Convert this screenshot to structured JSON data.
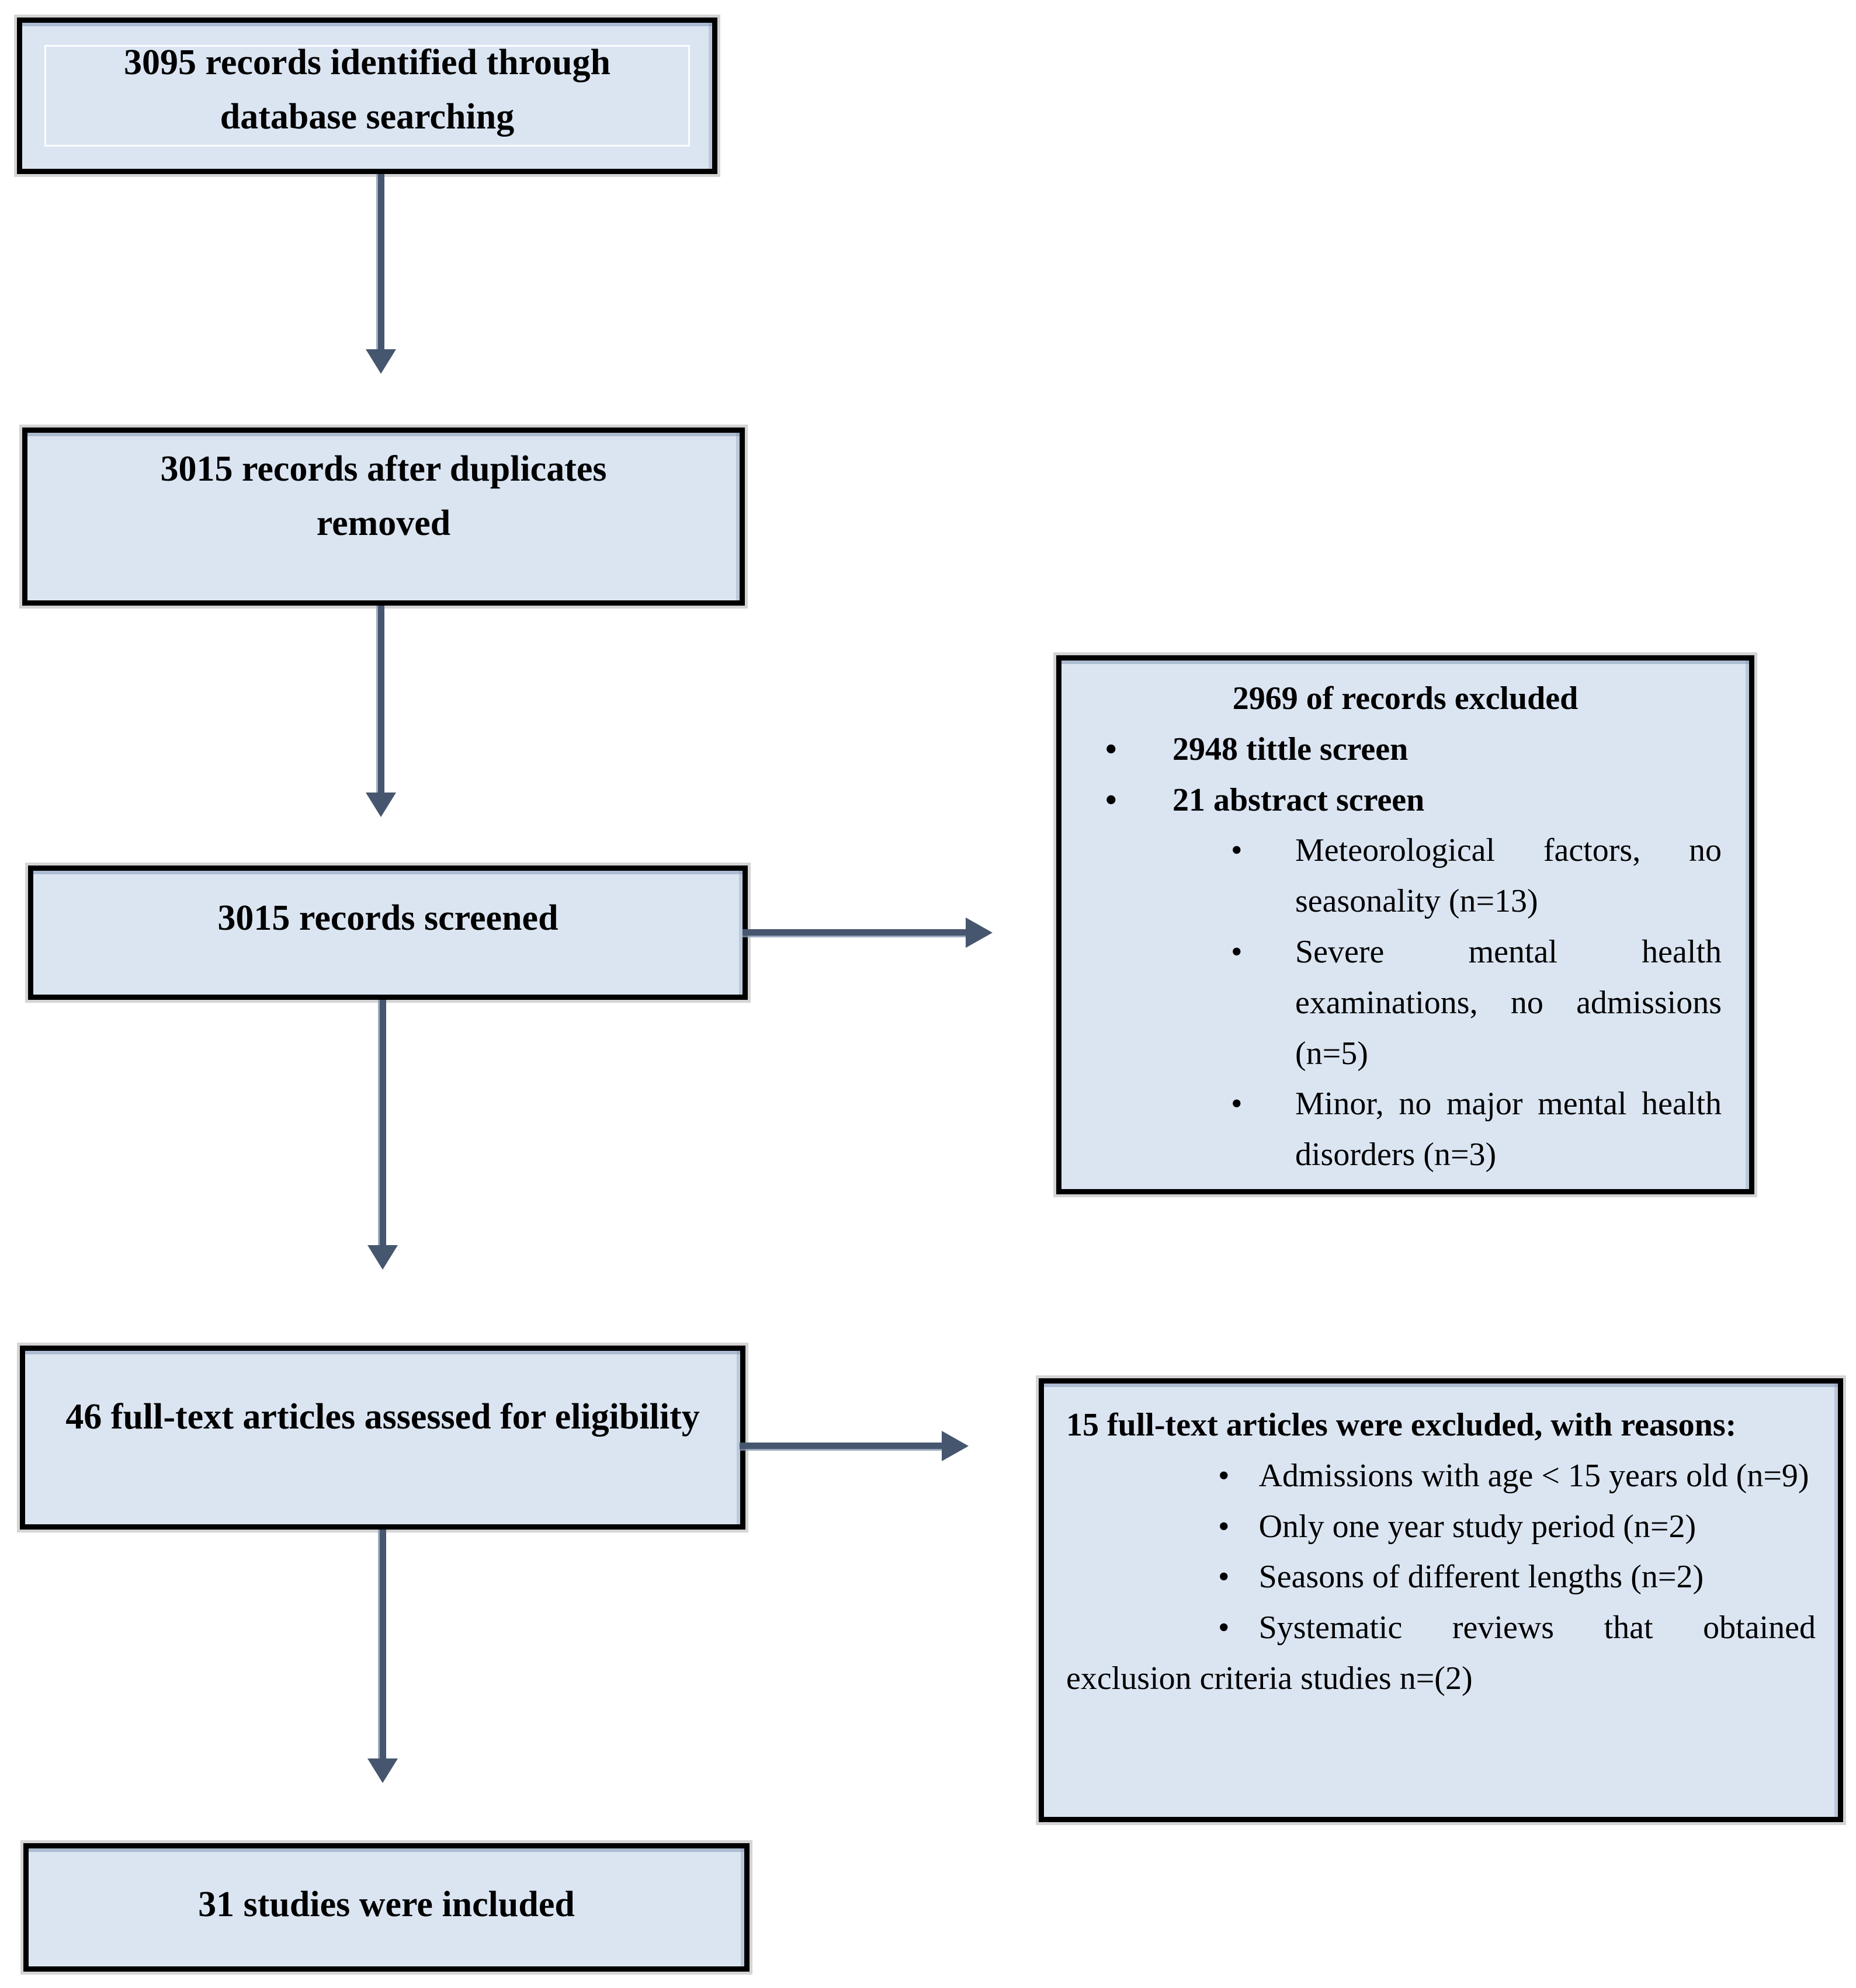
{
  "diagram": {
    "bullet_glyph": "•",
    "colors": {
      "box_fill": "#dbe5f2",
      "box_border": "#000000",
      "arrow": "#46566e"
    },
    "boxes": {
      "identified": "3095 records identified through database searching",
      "after_duplicates": "3015 records after duplicates removed",
      "screened": "3015 records screened",
      "fulltext_assessed": "46 full-text articles assessed for eligibility",
      "included": "31 studies were included"
    },
    "records_excluded": {
      "title": "2969 of records excluded",
      "bullets": [
        "2948 tittle screen",
        "21 abstract screen"
      ],
      "sub_bullets": [
        "Meteorological factors, no seasonality (n=13)",
        "Severe mental health examinations, no admissions (n=5)",
        "Minor, no major mental health disorders (n=3)"
      ]
    },
    "fulltext_excluded": {
      "title": "15 full-text articles were excluded, with reasons:",
      "bullets": [
        "Admissions with age < 15 years old (n=9)",
        "Only one year study period (n=2)",
        "Seasons of different lengths (n=2)",
        "Systematic reviews that obtained exclusion criteria studies n=(2)"
      ]
    }
  }
}
